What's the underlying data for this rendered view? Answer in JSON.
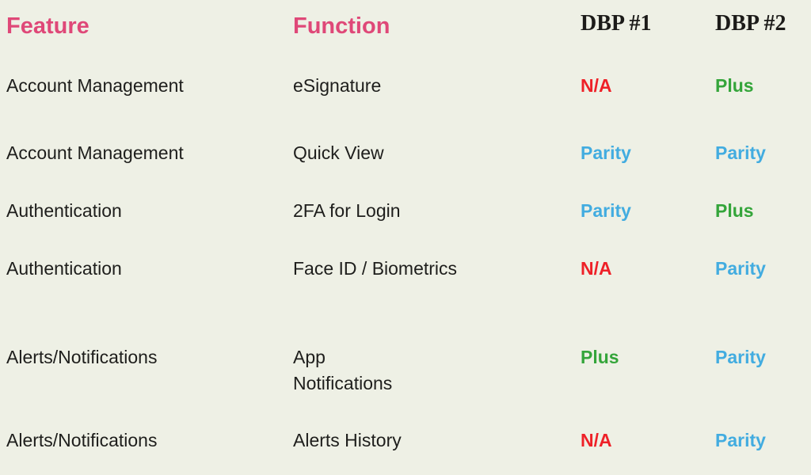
{
  "colors": {
    "background": "#eef0e5",
    "header_pink": "#df4878",
    "header_black": "#1c1b19",
    "body_text": "#1e1e1c",
    "status": {
      "N/A": "#ee2128",
      "Parity": "#42ace0",
      "Plus": "#34a53a"
    }
  },
  "table": {
    "headers": {
      "feature": "Feature",
      "function": "Function",
      "dbp1": "DBP #1",
      "dbp2": "DBP #2"
    },
    "rows": [
      {
        "feature": "Account Management",
        "function": "eSignature",
        "dbp1": "N/A",
        "dbp2": "Plus"
      },
      {
        "feature": "Account Management",
        "function": "Quick View",
        "dbp1": "Parity",
        "dbp2": "Parity"
      },
      {
        "feature": "Authentication",
        "function": "2FA for Login",
        "dbp1": "Parity",
        "dbp2": "Plus"
      },
      {
        "feature": "Authentication",
        "function": "Face ID / Biometrics",
        "dbp1": "N/A",
        "dbp2": "Parity"
      },
      {
        "feature": "Alerts/Notifications",
        "function": "App\nNotifications",
        "dbp1": "Plus",
        "dbp2": "Parity"
      },
      {
        "feature": "Alerts/Notifications",
        "function": "Alerts History",
        "dbp1": "N/A",
        "dbp2": "Parity"
      }
    ]
  }
}
